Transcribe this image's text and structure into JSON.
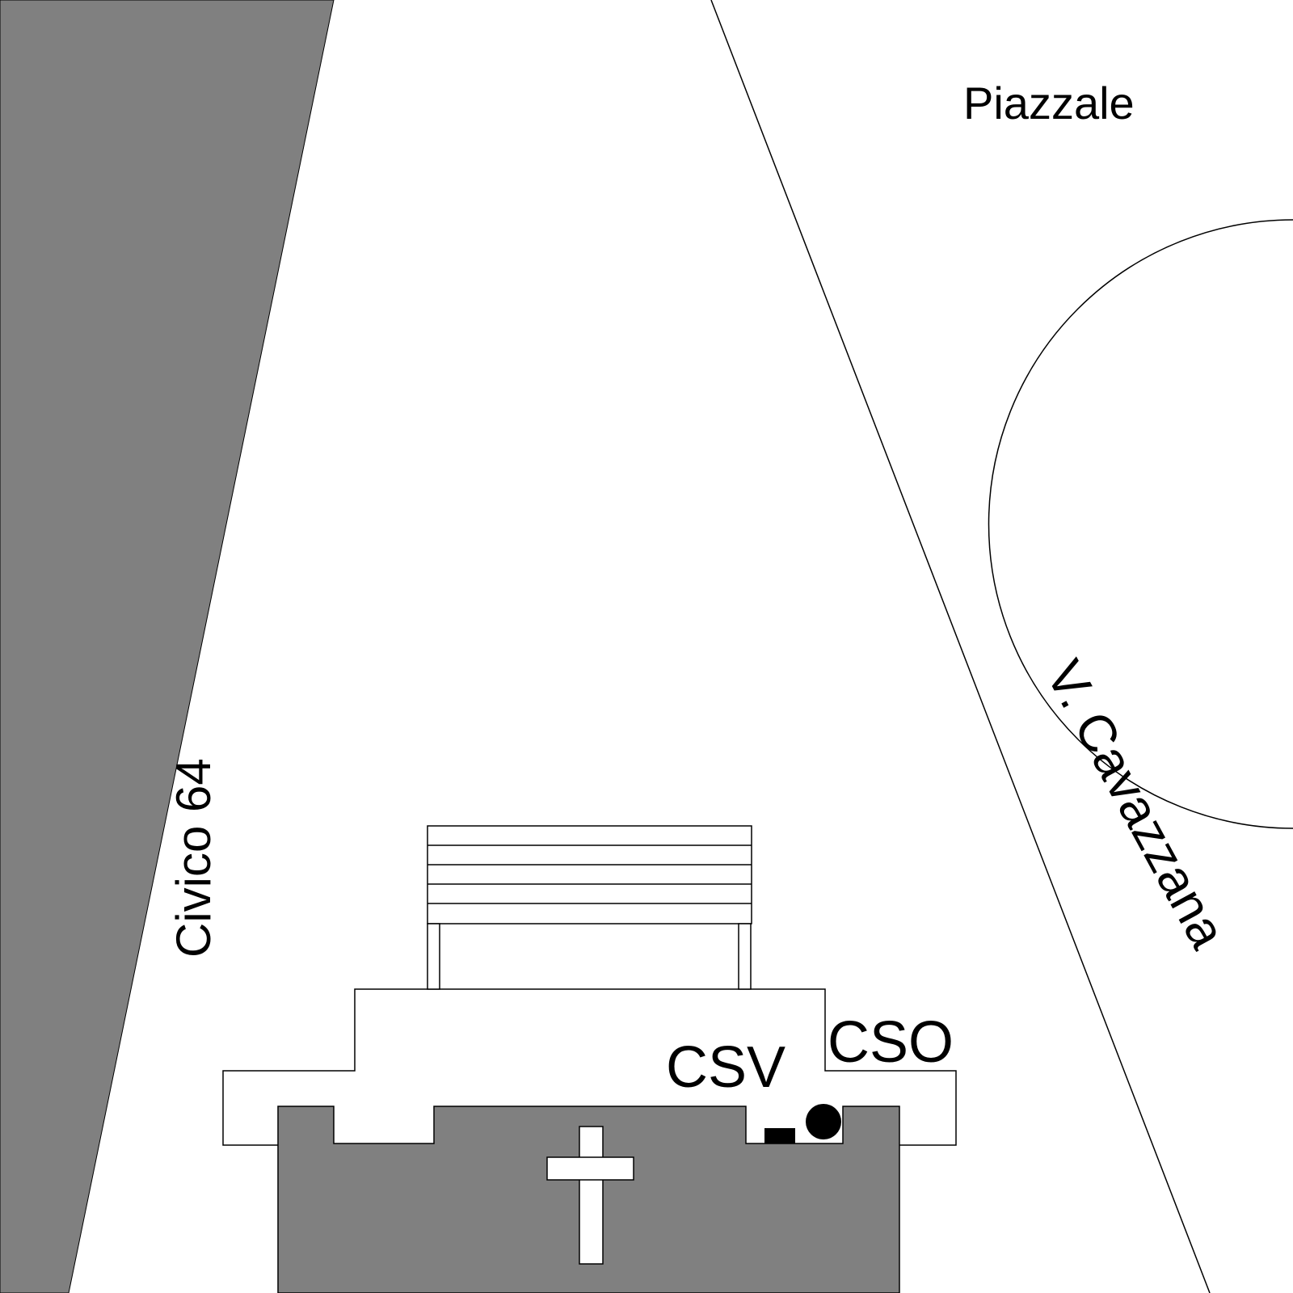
{
  "colors": {
    "background": "#ffffff",
    "building_fill": "#808080",
    "outline": "#000000",
    "marker": "#000000"
  },
  "labels": {
    "piazzale": "Piazzale",
    "street": "V. Cavazzana",
    "civico": "Civico 64",
    "csv": "CSV",
    "cso": "CSO"
  },
  "icons": {
    "church": "cross-icon",
    "csv_marker": "square-marker-icon",
    "cso_marker": "circle-marker-icon"
  }
}
